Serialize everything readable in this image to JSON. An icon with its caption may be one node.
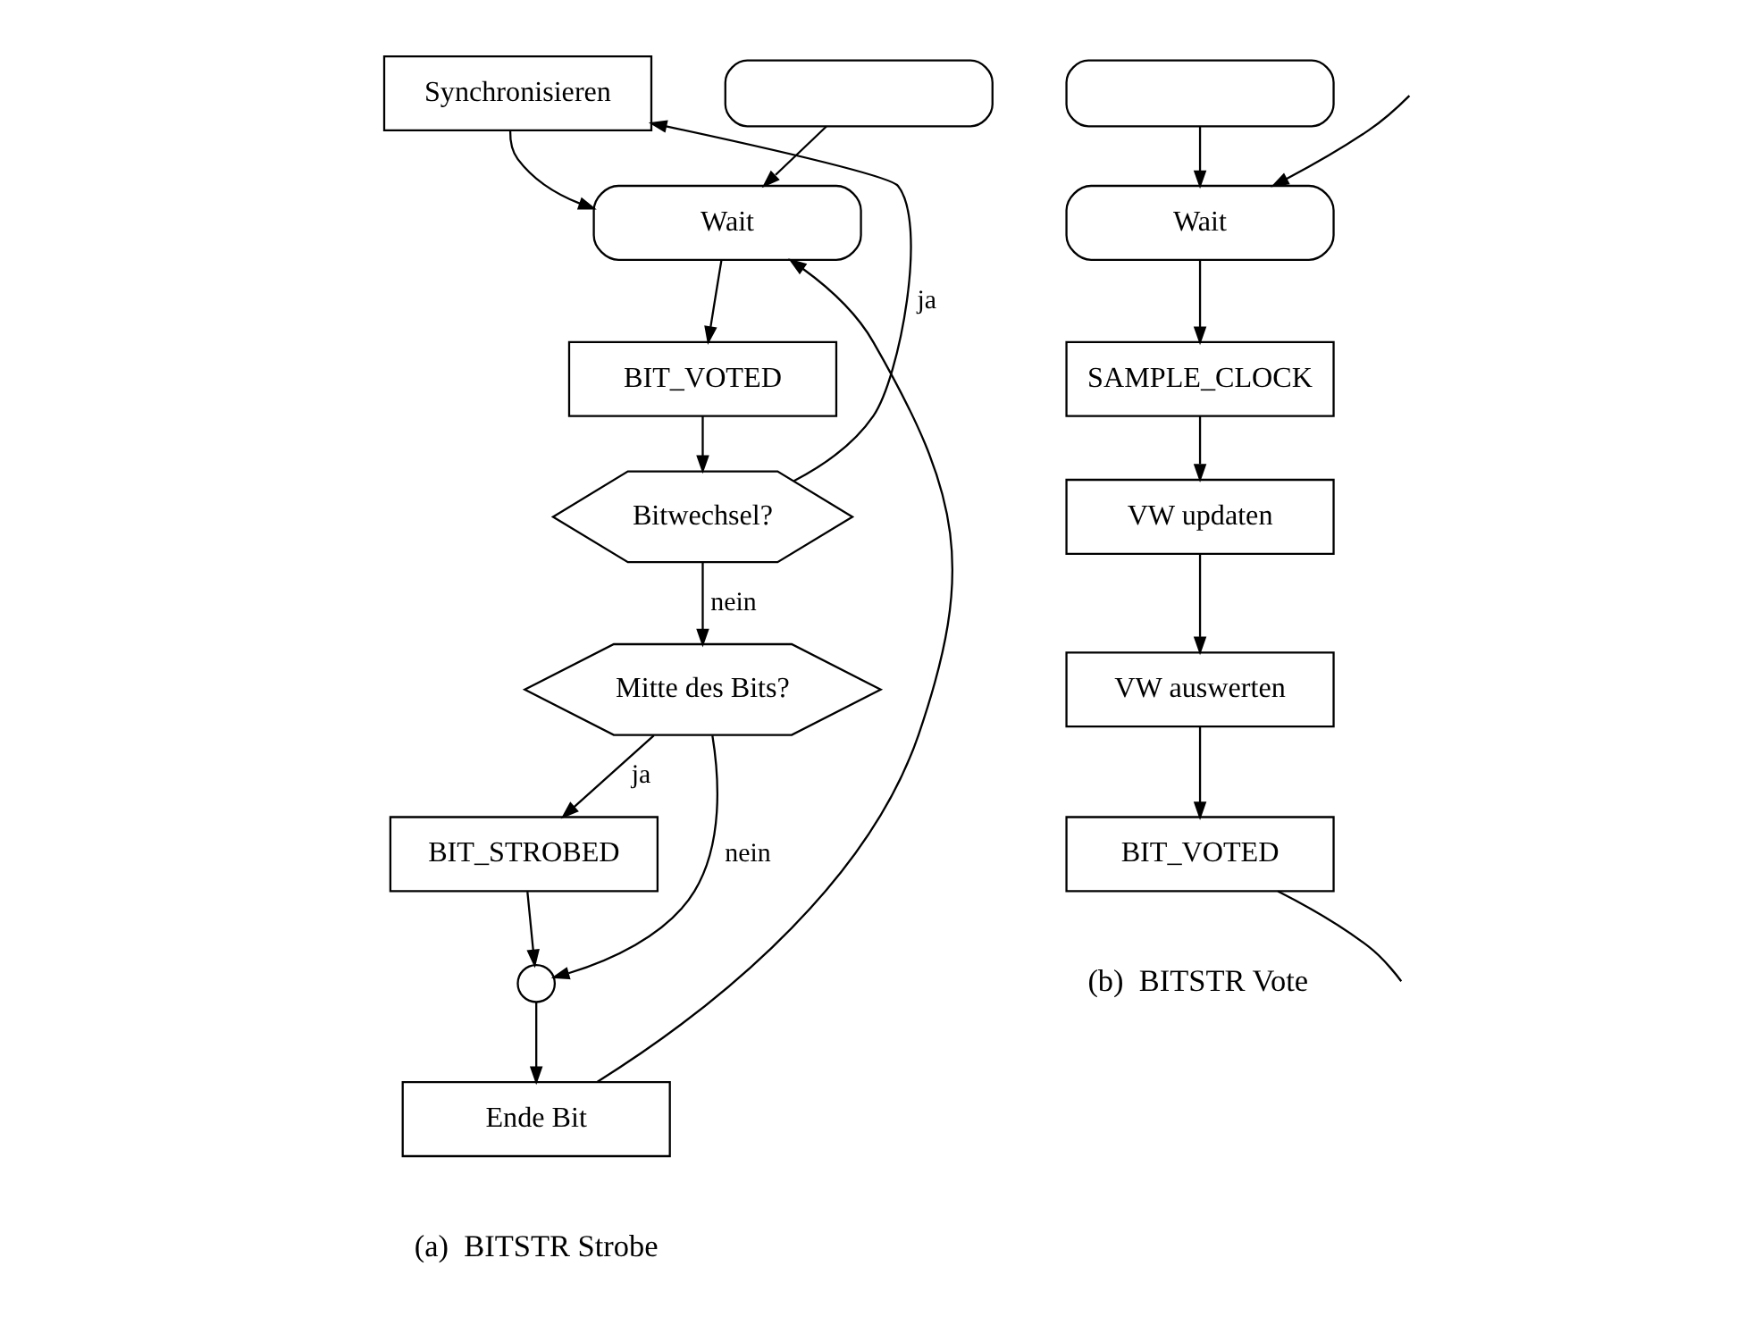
{
  "diagram": {
    "nodes": [
      {
        "text": [],
        "shape": "box"
      },
      {
        "text": [
          "Wait"
        ]
      },
      {
        "text": [
          "BIT_VOTED"
        ]
      },
      {
        "text": [
          "Synchronisieren"
        ]
      },
      {
        "text": [
          "Bitwechsel?"
        ]
      },
      {
        "text": [
          "Mitte des Bits?"
        ]
      },
      {
        "text": [
          "BIT_STROBED"
        ]
      },
      {
        "text": [],
        "shape": "circle"
      },
      {
        "text": [
          "Ende Bit"
        ]
      },
      {
        "text": [],
        "shape": "box"
      },
      {
        "text": [
          "Wait"
        ]
      },
      {
        "text": [
          "SAMPLE_CLOCK"
        ]
      },
      {
        "text": [
          "VW updaten"
        ]
      },
      {
        "text": [
          "VW auswerten"
        ]
      },
      {
        "text": [
          "BIT_VOTED"
        ]
      }
    ],
    "edges": [
      {
        "from": 0,
        "to": 1,
        "arrow": "to"
      },
      {
        "from": 1,
        "to": 2,
        "arrow": "to"
      },
      {
        "from": 2,
        "to": 4,
        "arrow": "to"
      },
      {
        "from": 4,
        "to": 3,
        "arrow": "to",
        "label": "ja"
      },
      {
        "from": 3,
        "to": 1,
        "arrow": "to"
      },
      {
        "from": 4,
        "to": 5,
        "arrow": "to",
        "label": "nein"
      },
      {
        "from": 5,
        "to": 6,
        "arrow": "to",
        "label": "ja"
      },
      {
        "from": 5,
        "to": 7,
        "arrow": "to",
        "label": "nein"
      },
      {
        "from": 6,
        "to": 7,
        "arrow": "to"
      },
      {
        "from": 7,
        "to": 8,
        "arrow": "to"
      },
      {
        "from": 8,
        "to": 1,
        "arrow": "to"
      },
      {
        "from": 9,
        "to": 10,
        "arrow": "to"
      },
      {
        "from": 10,
        "to": 11,
        "arrow": "to"
      },
      {
        "from": 11,
        "to": 12,
        "arrow": "to"
      },
      {
        "from": 12,
        "to": 13,
        "arrow": "to"
      },
      {
        "from": 13,
        "to": 14,
        "arrow": "to"
      },
      {
        "from": 14,
        "to": null,
        "arrow": "none"
      },
      {
        "from": null,
        "to": 10,
        "arrow": "to"
      }
    ],
    "labels": [
      "(a)  BITSTR Strobe",
      "(b)  BITSTR Vote"
    ]
  }
}
